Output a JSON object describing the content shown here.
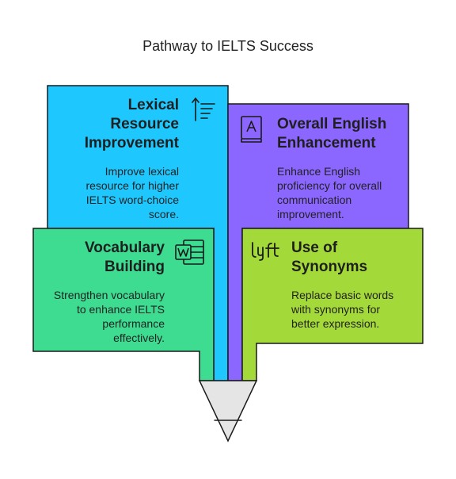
{
  "title": "Pathway to IELTS Success",
  "colors": {
    "blue": "#1ec8ff",
    "purple": "#8b66ff",
    "green": "#3ddc91",
    "lime": "#a4d93a",
    "pencil_tip": "#e5e5e5",
    "outline": "#1a1a1a"
  },
  "steps": [
    {
      "heading_lines": [
        "Lexical",
        "Resource",
        "Improvement"
      ],
      "description_lines": [
        "Improve lexical",
        "resource for higher",
        "IELTS word-choice",
        "score."
      ],
      "icon": "sort-text-icon"
    },
    {
      "heading_lines": [
        "Overall English",
        "Enhancement"
      ],
      "description_lines": [
        "Enhance English",
        "proficiency for overall",
        "communication",
        "improvement."
      ],
      "icon": "book-icon"
    },
    {
      "heading_lines": [
        "Vocabulary",
        "Building"
      ],
      "description_lines": [
        "Strengthen vocabulary",
        "to enhance IELTS",
        "performance",
        "effectively."
      ],
      "icon": "word-document-icon"
    },
    {
      "heading_lines": [
        "Use of",
        "Synonyms"
      ],
      "description_lines": [
        "Replace basic words",
        "with synonyms for",
        "better expression."
      ],
      "icon": "lyft-logo-icon"
    }
  ]
}
